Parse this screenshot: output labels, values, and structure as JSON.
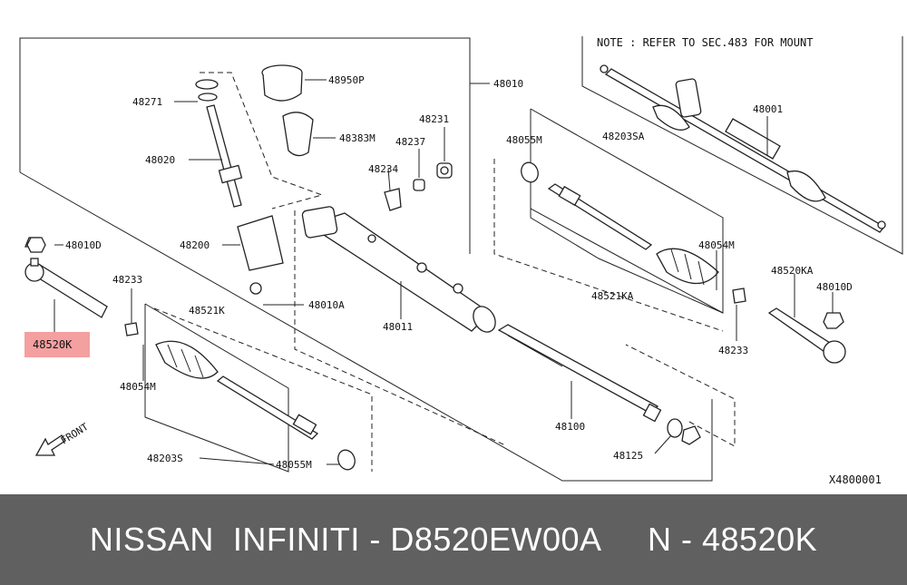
{
  "diagram": {
    "note": "NOTE : REFER TO SEC.483 FOR MOUNT",
    "drawing_code": "X4800001",
    "front_label": "FRONT",
    "highlight_color": "#f4a0a0",
    "labels": {
      "p48950P": "48950P",
      "p48010": "48010",
      "p48271": "48271",
      "p48383M": "48383M",
      "p48231": "48231",
      "p48237": "48237",
      "p48020": "48020",
      "p48234": "48234",
      "p48055M_top": "48055M",
      "p48203SA": "48203SA",
      "p48001": "48001",
      "p48010D_left": "48010D",
      "p48200": "48200",
      "p48054M_right": "48054M",
      "p48520KA": "48520KA",
      "p48010D_right": "48010D",
      "p48233_left": "48233",
      "p48010A": "48010A",
      "p48521KA": "48521KA",
      "p48521K": "48521K",
      "p48011": "48011",
      "p48520K": "48520K",
      "p48233_right": "48233",
      "p48054M_left": "48054M",
      "p48100": "48100",
      "p48203S": "48203S",
      "p48125": "48125",
      "p48055M_bottom": "48055M"
    }
  },
  "footer": {
    "text": "NISSAN  INFINITI - D8520EW00A     N - 48520K"
  }
}
